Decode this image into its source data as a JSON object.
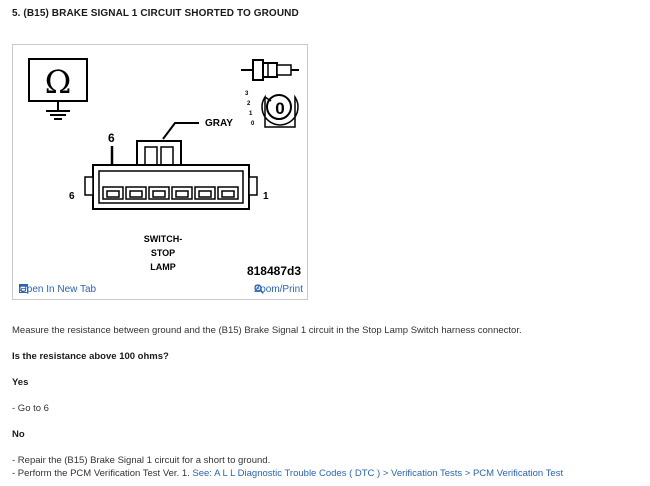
{
  "heading": "5. (B15) BRAKE SIGNAL 1 CIRCUIT SHORTED TO GROUND",
  "figure": {
    "wire_color_label": "GRAY",
    "pin_callout": "6",
    "left_pin_label": "6",
    "right_pin_label": "1",
    "component_label_line1": "SWITCH-",
    "component_label_line2": "STOP",
    "component_label_line3": "LAMP",
    "figure_id": "818487d3",
    "ohm_symbol": "Ω",
    "rotary_numbers": [
      "3",
      "2",
      "1",
      "0"
    ],
    "rotary_center": "0",
    "open_tab_label": "Open In New Tab",
    "zoom_label": "Zoom/Print"
  },
  "instruction": "Measure the resistance between ground and the (B15) Brake Signal 1 circuit in the Stop Lamp Switch harness connector.",
  "question": "Is the resistance above 100 ohms?",
  "yes": {
    "label": "Yes",
    "action": "-  Go to 6"
  },
  "no": {
    "label": "No",
    "action1": "-  Repair the (B15) Brake Signal 1 circuit for a short to ground.",
    "action2_prefix": "-  Perform the PCM Verification Test Ver. 1. ",
    "action2_link": "See: A L L Diagnostic Trouble Codes ( DTC ) > Verification Tests > PCM Verification Test"
  }
}
